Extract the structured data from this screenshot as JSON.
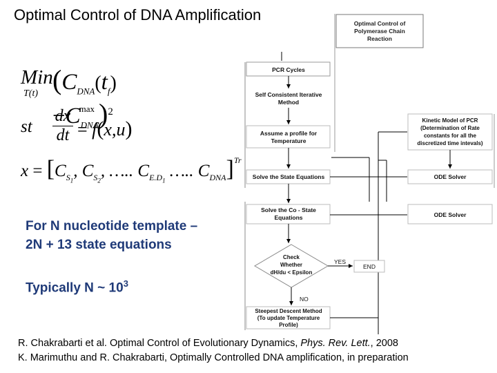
{
  "title": "Optimal Control of DNA Amplification",
  "equations": {
    "objective_min": "Min",
    "objective_var": "T(t)",
    "objective_body": "(C_DNA(t_f) − C_DNA^max)²",
    "constraint_st": "st",
    "constraint_body": "dx/dt = f(x,u)",
    "state_vector": "x = [C_S1, C_S2, …..C_E.D1 …..C_DNA]^Tr"
  },
  "notes": {
    "line1": "For N nucleotide template –",
    "line2": "2N + 13 state equations",
    "typical_prefix": "Typically N ~ 10",
    "typical_exp": "3"
  },
  "flowchart": {
    "top": "Optimal Control of Polymerase Chain Reaction",
    "pcr_cycles": "PCR Cycles",
    "self_consistent": "Self Consistent Iterative Method",
    "kinetic_model": "Kinetic Model of PCR (Determination of Rate constants for all the discretized time intevals)",
    "assume_profile": "Assume a profile for Temperature",
    "solve_state": "Solve the State Equations",
    "ode_solver_1": "ODE Solver",
    "solve_costate": "Solve the Co - State Equations",
    "ode_solver_2": "ODE Solver",
    "check": "Check Whether dH/du < Epsilon",
    "yes": "YES",
    "end": "END",
    "no": "NO",
    "steepest": "Steepest Descent Method (To update Temperature Profile)"
  },
  "references": {
    "ref1_text": "R. Chakrabarti et al. Optimal Control of Evolutionary Dynamics, ",
    "ref1_journal": "Phys. Rev. Lett.",
    "ref1_year": ", 2008",
    "ref2": "K. Marimuthu and R. Chakrabarti, Optimally Controlled DNA amplification, in preparation"
  }
}
